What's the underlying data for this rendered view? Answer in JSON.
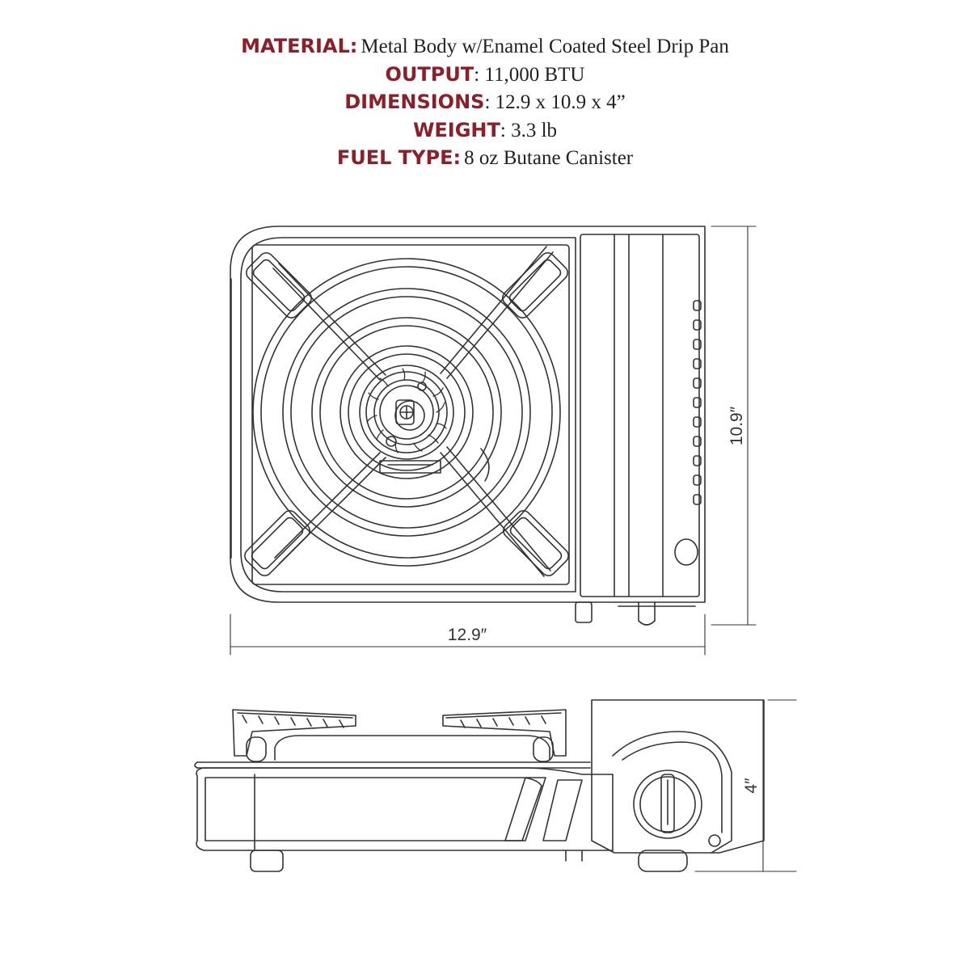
{
  "specs": [
    {
      "label": "MATERIAL:",
      "value": "Metal Body w/Enamel Coated Steel Drip Pan"
    },
    {
      "label": "OUTPUT",
      "value": ": 11,000 BTU"
    },
    {
      "label": "DIMENSIONS",
      "value": ": 12.9 x 10.9 x 4”"
    },
    {
      "label": "WEIGHT",
      "value": ": 3.3 lb"
    },
    {
      "label": "FUEL TYPE:",
      "value": "8 oz Butane Canister"
    }
  ],
  "dimensions": {
    "width": "12.9″",
    "depth": "10.9″",
    "height": "4″"
  },
  "colors": {
    "label": "#8b1f2a",
    "line": "#333333"
  }
}
